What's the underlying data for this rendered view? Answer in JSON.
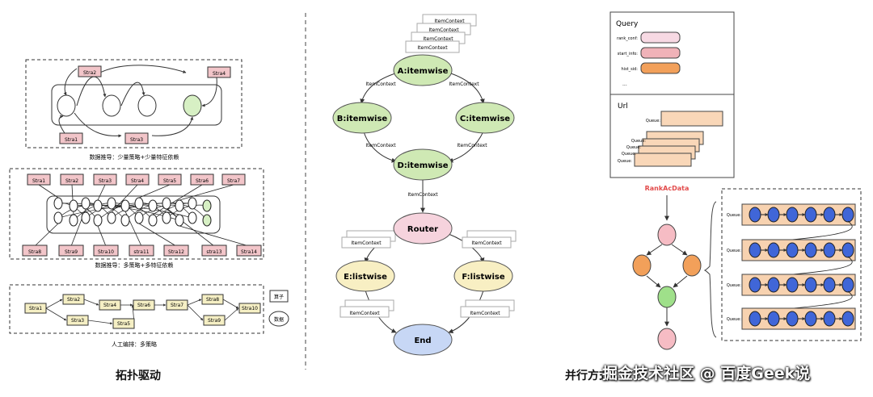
{
  "left": {
    "top": {
      "nodes": [
        "Stra2",
        "Stra4",
        "Stra1",
        "Stra3"
      ],
      "caption": "数据推导：少量策略+少量特征依赖"
    },
    "middle": {
      "top_nodes": [
        "Stra1",
        "Stra2",
        "Stra3",
        "Stra4",
        "Stra5",
        "Stra6",
        "Stra7"
      ],
      "bottom_nodes": [
        "Stra8",
        "Stra9",
        "Stra10",
        "stra11",
        "Stra12",
        "stra13",
        "Stra14"
      ],
      "caption": "数据推导：多策略+多特征依赖"
    },
    "bottom": {
      "nodes": [
        "Stra1",
        "Stra2",
        "Stra3",
        "Stra4",
        "Stra5",
        "Stra6",
        "Stra7",
        "Stra8",
        "Stra9",
        "Stra10"
      ],
      "legend": [
        "算子",
        "数据"
      ],
      "caption": "人工编排：多策略"
    },
    "title": "拓扑驱动"
  },
  "middle": {
    "nodes": [
      "A:itemwise",
      "B:itemwise",
      "C:itemwise",
      "D:itemwise",
      "Router",
      "E:listwise",
      "F:listwise",
      "End"
    ],
    "edge_label": "ItemContext"
  },
  "right": {
    "query_title": "Query",
    "query_fields": [
      "rank_conf:",
      "start_info:",
      "hist_sid:",
      "..."
    ],
    "url_title": "Url",
    "queue_label": "Queue:",
    "rankacdata": "RankAcData",
    "title": "并行方式",
    "watermark": "掘金技术社区 @ 百度Geek说"
  },
  "colors": {
    "pink_box": "#f2c5c9",
    "yellow_box": "#f5efc4",
    "green_node": "#cfe9b4",
    "blue_node": "#c7d7f5",
    "pink_node": "#f6d3dd",
    "yellow_node": "#f8efc3",
    "orange": "#f2a05a",
    "red_title": "#e24a4a",
    "queue_bg": "#f7d2b0",
    "queue_dot": "#4066d8"
  }
}
